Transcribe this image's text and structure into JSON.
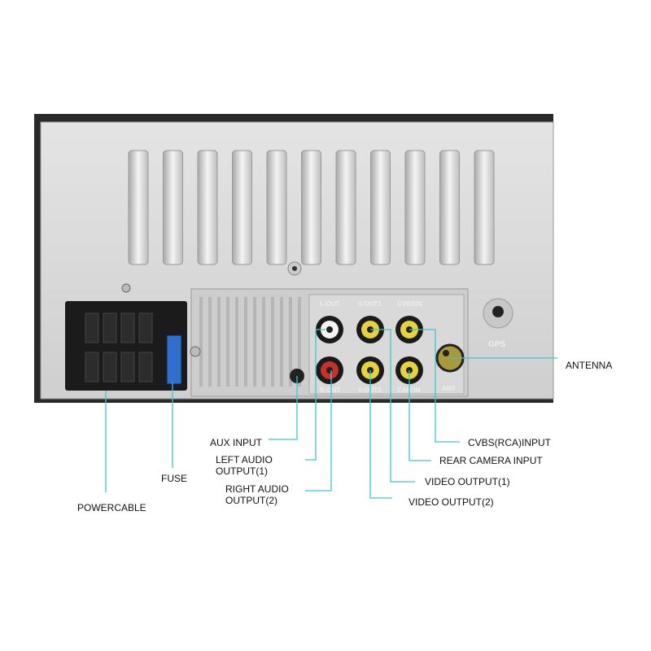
{
  "colors": {
    "leader": "#3cc8d0",
    "panel": "#d6d6d6",
    "rca_yellow": "#e6d23a",
    "rca_red": "#c8302a",
    "rca_white": "#f2f2f2",
    "antenna": "#a89a38"
  },
  "panel_markings": {
    "l_out": "L-OUT",
    "v_out1": "V-OUT1",
    "cvbs_in": "CVBSIN",
    "r_out": "R-OUT",
    "v_out2": "V-OUT2",
    "cam_in": "CAM IN",
    "ant": "ANT",
    "gps": "GPS"
  },
  "labels": {
    "antenna": "ANTENNA",
    "aux_input": "AUX INPUT",
    "left_audio": [
      "LEFT AUDIO",
      "OUTPUT(1)"
    ],
    "right_audio": [
      "RIGHT AUDIO",
      "OUTPUT(2)"
    ],
    "fuse": "FUSE",
    "powercable": "POWERCABLE",
    "cvbs_input": "CVBS(RCA)INPUT",
    "rear_camera": "REAR CAMERA INPUT",
    "video_out1": "VIDEO OUTPUT(1)",
    "video_out2": "VIDEO OUTPUT(2)"
  }
}
